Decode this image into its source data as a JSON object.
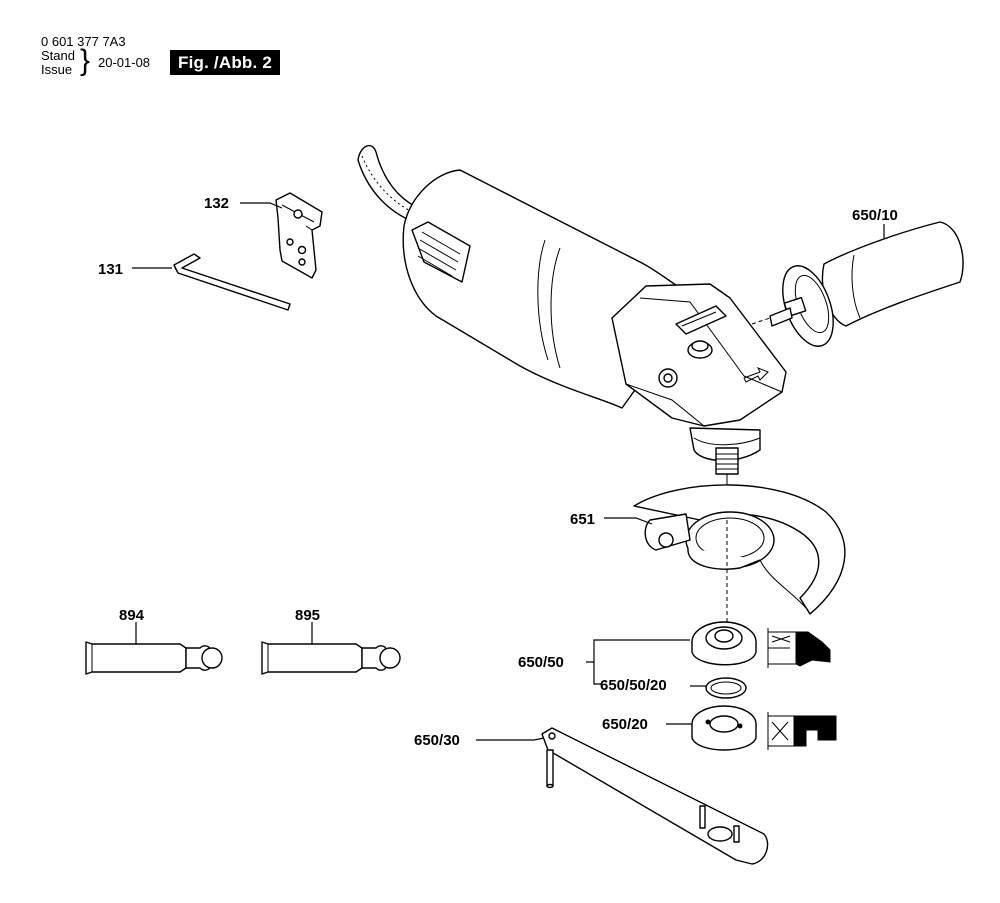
{
  "header": {
    "doc_number": "0 601 377 7A3",
    "stand_label": "Stand",
    "issue_label": "Issue",
    "brace": "}",
    "date": "20-01-08",
    "figure_label": "Fig. /Abb. 2"
  },
  "parts": {
    "p132": "132",
    "p131": "131",
    "p650_10": "650/10",
    "p651": "651",
    "p894": "894",
    "p895": "895",
    "p650_50": "650/50",
    "p650_50_20": "650/50/20",
    "p650_20": "650/20",
    "p650_30": "650/30"
  }
}
